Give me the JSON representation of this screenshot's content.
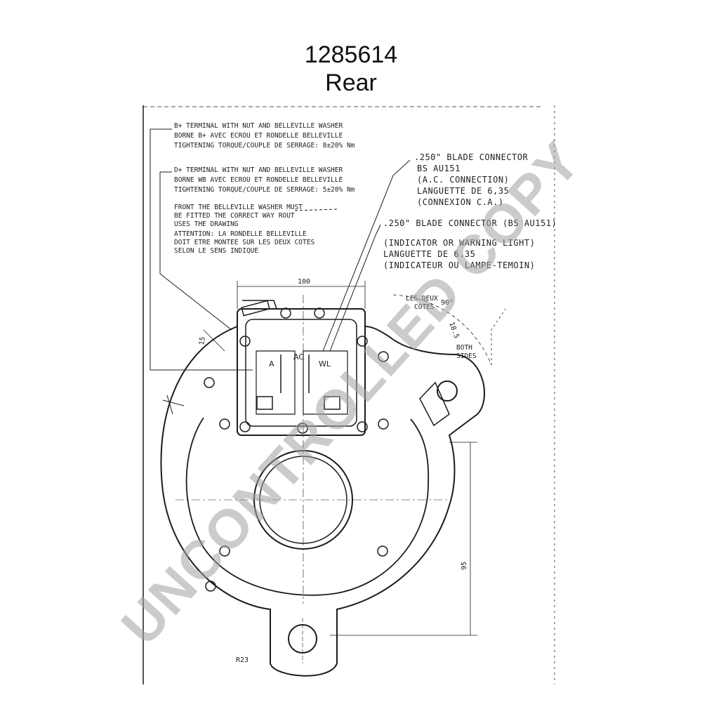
{
  "header": {
    "part_number": "1285614",
    "view": "Rear"
  },
  "notes": {
    "note1": [
      "B+ TERMINAL WITH NUT AND BELLEVILLE WASHER",
      "BORNE B+ AVEC ECROU ET RONDELLE BELLEVILLE",
      "TIGHTENING TORQUE/COUPLE DE SERRAGE: 8±20% Nm"
    ],
    "note2": [
      "D+ TERMINAL WITH NUT AND BELLEVILLE WASHER",
      "BORNE WB AVEC ECROU ET RONDELLE BELLEVILLE",
      "TIGHTENING TORQUE/COUPLE DE SERRAGE: 5±20% Nm"
    ],
    "note3": [
      "FRONT THE BELLEVILLE WASHER MUST",
      "BE FITTED THE CORRECT WAY ROUT",
      "USES THE DRAWING"
    ],
    "note4": [
      "ATTENTION: LA RONDELLE BELLEVILLE",
      "DOIT ETRE MONTEE SUR LES DEUX COTES",
      "SELON LE SENS INDIQUE"
    ],
    "connector1": [
      ".250\" BLADE CONNECTOR",
      "BS AU151",
      "(A.C. CONNECTION)",
      "LANGUETTE DE 6,35",
      "(CONNEXION C.A.)"
    ],
    "connector2": [
      ".250\" BLADE CONNECTOR (BS AU151)",
      "(INDICATOR OR WARNING LIGHT)",
      "LANGUETTE DE 6.35",
      "(INDICATEUR OU LAMPE-TEMOIN)"
    ]
  },
  "dimensions": {
    "width": "100",
    "height": "95",
    "angle": "90°",
    "left_dim": "15",
    "radius": "R23",
    "sides_fr": [
      "LES DEUX",
      "COTES"
    ],
    "sides_en": [
      "BOTH",
      "SIDES"
    ],
    "side_dim": "18.5"
  },
  "terminals": {
    "ac": "AC",
    "wl": "WL",
    "a": "A"
  },
  "watermark": "UNCONTROLLED COPY"
}
